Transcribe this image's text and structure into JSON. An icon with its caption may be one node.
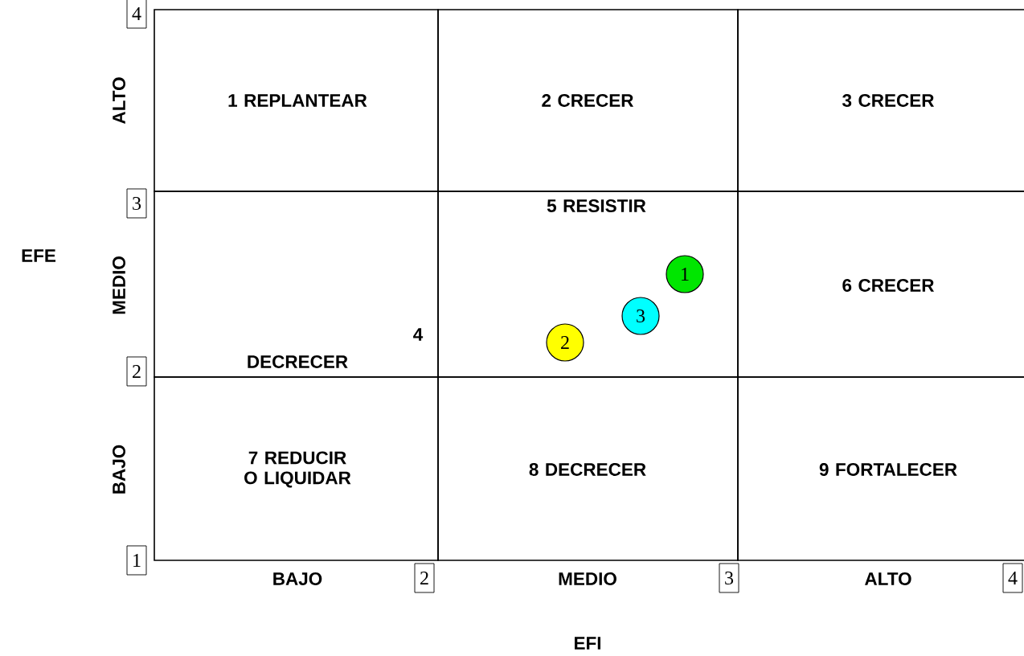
{
  "diagram": {
    "nodes": [
      {
        "text": [
          "1 REPLANTEAR"
        ]
      },
      {
        "text": [
          "2 CRECER"
        ]
      },
      {
        "text": [
          "3 CRECER"
        ]
      },
      {
        "text": [
          "4",
          "DECRECER"
        ]
      },
      {
        "text": [
          "5 RESISTIR"
        ]
      },
      {
        "text": [
          "6 CRECER"
        ]
      },
      {
        "text": [
          "7 REDUCIR O LIQUIDAR"
        ]
      },
      {
        "text": [
          "8 DECRECER"
        ]
      },
      {
        "text": [
          "9 FORTALECER"
        ]
      },
      {
        "text": [
          "1"
        ],
        "in": 4
      },
      {
        "text": [
          "3"
        ],
        "in": 4
      },
      {
        "text": [
          "2"
        ],
        "in": 4
      },
      {
        "text": [
          "4"
        ]
      },
      {
        "text": [
          "3"
        ]
      },
      {
        "text": [
          "2"
        ]
      },
      {
        "text": [
          "1"
        ]
      },
      {
        "text": [
          "2"
        ]
      },
      {
        "text": [
          "3"
        ]
      },
      {
        "text": [
          "4"
        ]
      }
    ],
    "labels": [
      "ALTO",
      "EFE",
      "MEDIO",
      "BAJO",
      "BAJO",
      "MEDIO",
      "ALTO",
      "EFI"
    ]
  }
}
